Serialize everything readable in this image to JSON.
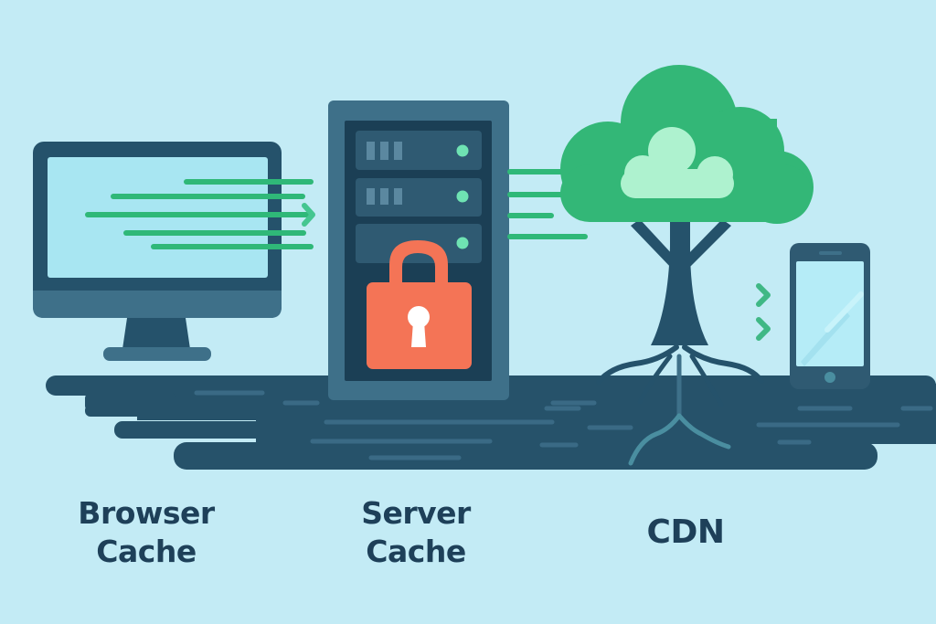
{
  "title": "Caching layers: Browser Cache, Server Cache, CDN",
  "labels": {
    "browser_cache": {
      "line1": "Browser",
      "line2": "Cache"
    },
    "server_cache": {
      "line1": "Server",
      "line2": "Cache"
    },
    "cdn": {
      "line1": "CDN"
    }
  },
  "icons": {
    "browser": "desktop-monitor-icon",
    "server": "server-rack-icon",
    "lock": "padlock-icon",
    "cdn": "cloud-tree-icon",
    "client": "smartphone-icon"
  },
  "colors": {
    "background": "#c3ebf5",
    "dark_navy": "#25526b",
    "ground": "#26526a",
    "green_flow": "#2fb878",
    "cloud_green": "#33b777",
    "cloud_light": "#aef2cf",
    "lock_orange": "#f47456",
    "screen_blue": "#a8e6f2",
    "label_text": "#1e4059"
  }
}
